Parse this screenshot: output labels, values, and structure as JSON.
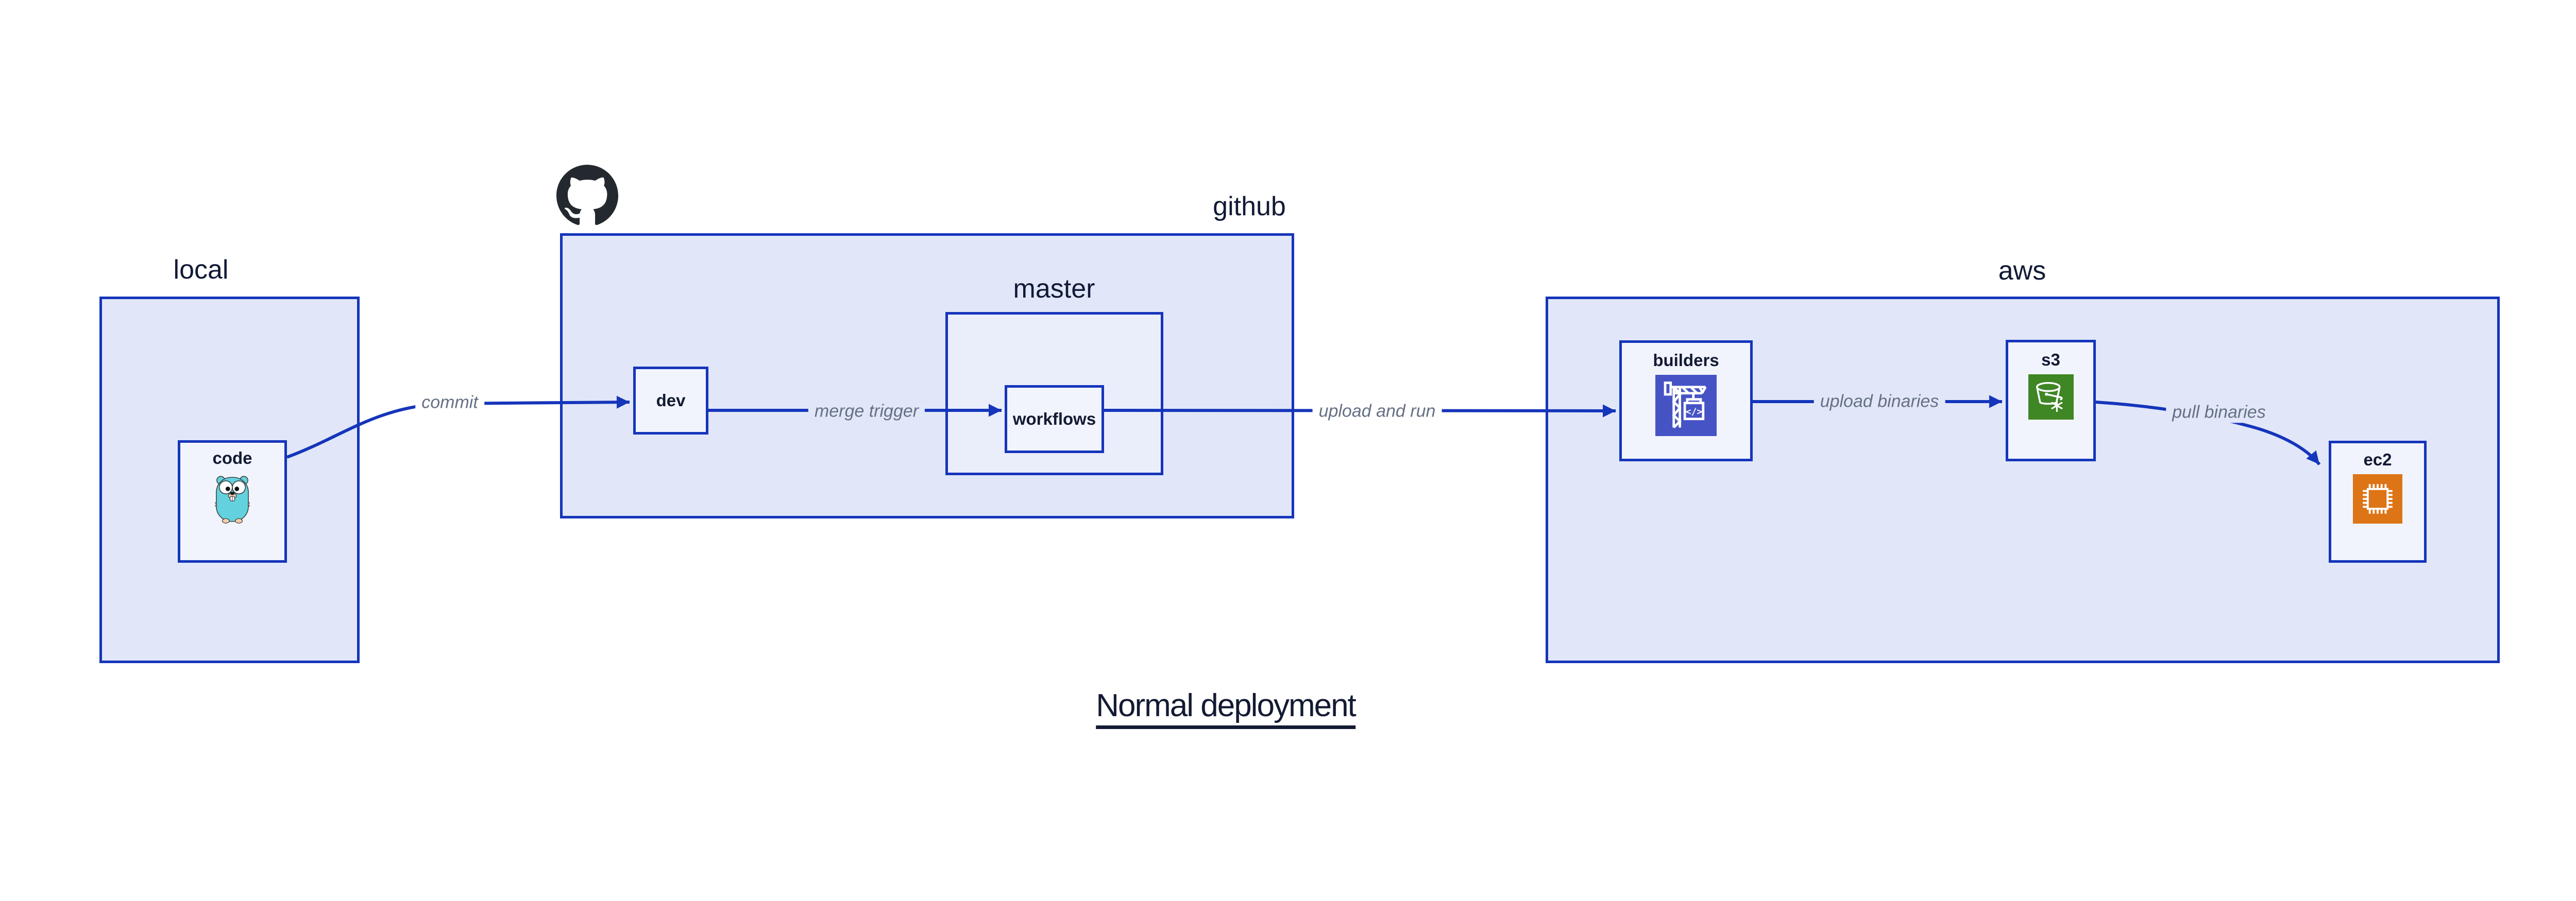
{
  "title": "Normal deployment",
  "groups": {
    "local": {
      "label": "local"
    },
    "github": {
      "label": "github"
    },
    "master": {
      "label": "master"
    },
    "aws": {
      "label": "aws"
    }
  },
  "nodes": {
    "code": {
      "label": "code",
      "icon": "go-gopher-icon"
    },
    "dev": {
      "label": "dev"
    },
    "workflows": {
      "label": "workflows"
    },
    "builders": {
      "label": "builders",
      "icon": "codebuild-crane-icon"
    },
    "s3": {
      "label": "s3",
      "icon": "s3-glacier-bucket-icon"
    },
    "ec2": {
      "label": "ec2",
      "icon": "ec2-chip-icon"
    }
  },
  "edges": [
    {
      "label": "commit",
      "from": "code",
      "to": "dev"
    },
    {
      "label": "merge trigger",
      "from": "dev",
      "to": "workflows"
    },
    {
      "label": "upload and run",
      "from": "workflows",
      "to": "builders"
    },
    {
      "label": "upload binaries",
      "from": "builders",
      "to": "s3"
    },
    {
      "label": "pull binaries",
      "from": "s3",
      "to": "ec2"
    }
  ],
  "icons": {
    "logo": "github-octocat-icon"
  },
  "colors": {
    "border_blue": "#1535bb",
    "group_fill": "#e1e7f8",
    "node_fill": "#f1f4fc",
    "edge_label_gray": "#667085",
    "text_navy": "#131a33",
    "codebuild_indigo": "#4653c5",
    "s3_green": "#3f8624",
    "ec2_orange": "#dd7416",
    "github_black": "#24292f",
    "gopher_teal": "#63d1de"
  }
}
